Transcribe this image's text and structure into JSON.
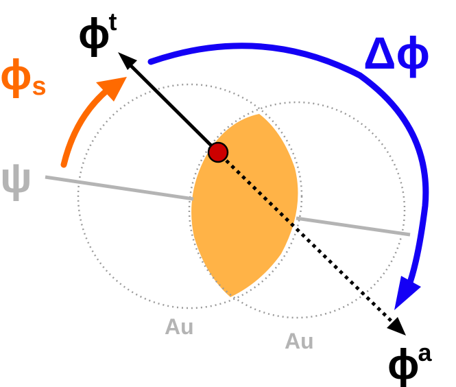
{
  "labels": {
    "phi_t_base": "ϕ",
    "phi_t_sup": "t",
    "delta_phi": "Δϕ",
    "phi_s_base": "ϕ",
    "phi_s_sub": "s",
    "psi": "ψ",
    "phi_a_base": "ϕ",
    "phi_a_sup": "a",
    "atom_left": "Au",
    "atom_right": "Au"
  },
  "colors": {
    "phi_t": "#000000",
    "phi_a": "#000000",
    "delta_phi": "#1400f5",
    "phi_s": "#ff6a00",
    "psi": "#b4b4b4",
    "atom_label": "#b4b4b4",
    "overlap_fill": "#ffb347",
    "center_dot": "#cc0000"
  }
}
